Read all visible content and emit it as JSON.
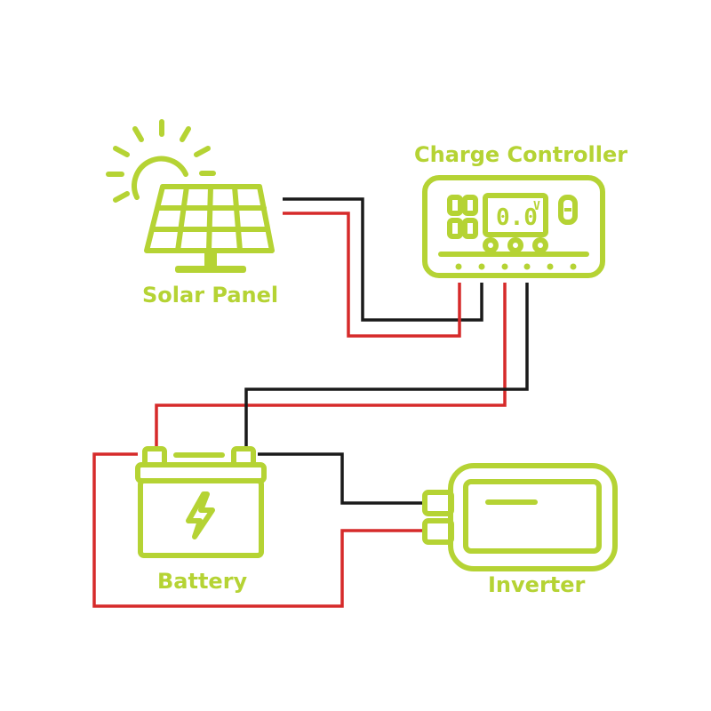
{
  "labels": {
    "charge_controller": "Charge Controller",
    "solar_panel": "Solar Panel",
    "battery": "Battery",
    "inverter": "Inverter"
  },
  "controller_display": {
    "reading": "0.0",
    "unit": "V"
  },
  "colors": {
    "accent": "#b5d334",
    "positive_wire": "#d62a2a",
    "negative_wire": "#1a1a1a"
  },
  "icons": [
    "sun-icon",
    "solar-panel-icon",
    "charge-controller-icon",
    "battery-icon",
    "lightning-bolt-icon",
    "inverter-icon"
  ]
}
